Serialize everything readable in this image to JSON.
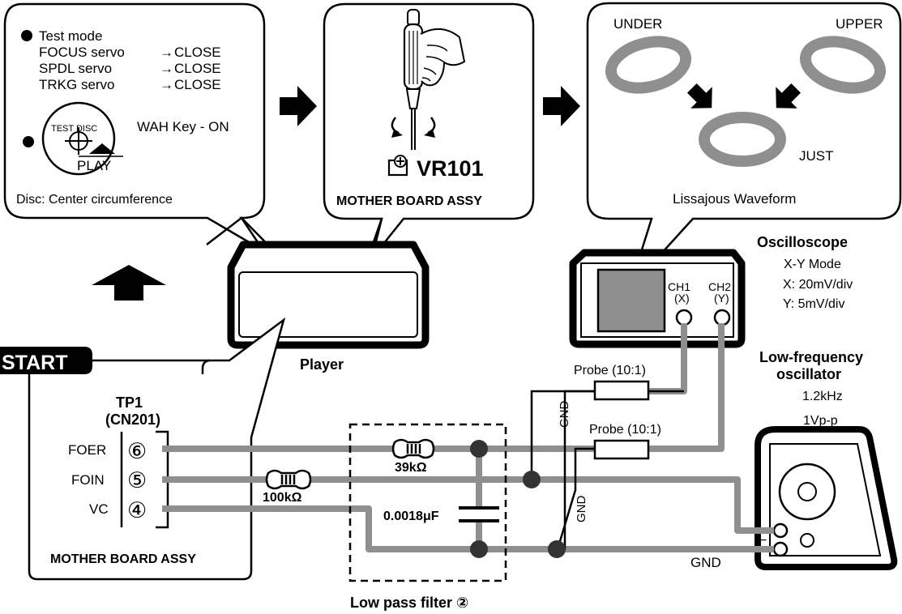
{
  "start_label": "START",
  "panel_setup": {
    "test_mode": "Test mode",
    "rows": [
      {
        "name": "FOCUS servo",
        "state": "CLOSE"
      },
      {
        "name": "SPDL servo",
        "state": "CLOSE"
      },
      {
        "name": "TRKG servo",
        "state": "CLOSE"
      }
    ],
    "arrow_glyph": "→",
    "test_disc": "TEST DISC",
    "play": "PLAY",
    "wah_key": "WAH Key - ON",
    "disc_note": "Disc: Center circumference"
  },
  "panel_adjust": {
    "vr": "VR101",
    "board": "MOTHER BOARD ASSY"
  },
  "panel_waveform": {
    "under": "UNDER",
    "upper": "UPPER",
    "just": "JUST",
    "caption": "Lissajous Waveform"
  },
  "oscilloscope": {
    "title": "Oscilloscope",
    "mode": "X-Y Mode",
    "x_scale": "X: 20mV/div",
    "y_scale": "Y: 5mV/div",
    "ch1": "CH1",
    "ch1_axis": "(X)",
    "ch2": "CH2",
    "ch2_axis": "(Y)"
  },
  "oscillator": {
    "title_line1": "Low-frequency",
    "title_line2": "oscillator",
    "freq": "1.2kHz",
    "amp": "1Vp-p",
    "minus": "−"
  },
  "player_label": "Player",
  "connector": {
    "tp": "TP1",
    "cn": "(CN201)",
    "pins": [
      {
        "name": "FOER",
        "num": "⑥"
      },
      {
        "name": "FOIN",
        "num": "⑤"
      },
      {
        "name": "VC",
        "num": "④"
      }
    ],
    "board": "MOTHER BOARD ASSY"
  },
  "probe_1": "Probe (10:1)",
  "probe_2": "Probe (10:1)",
  "gnd_labels": [
    "GND",
    "GND",
    "GND"
  ],
  "r_39k": "39kΩ",
  "r_100k": "100kΩ",
  "capacitor": "0.0018μF",
  "filter_label": "Low pass filter ②",
  "colors": {
    "wire": "#8f8f8f",
    "line": "#000000",
    "node": "#333333"
  }
}
